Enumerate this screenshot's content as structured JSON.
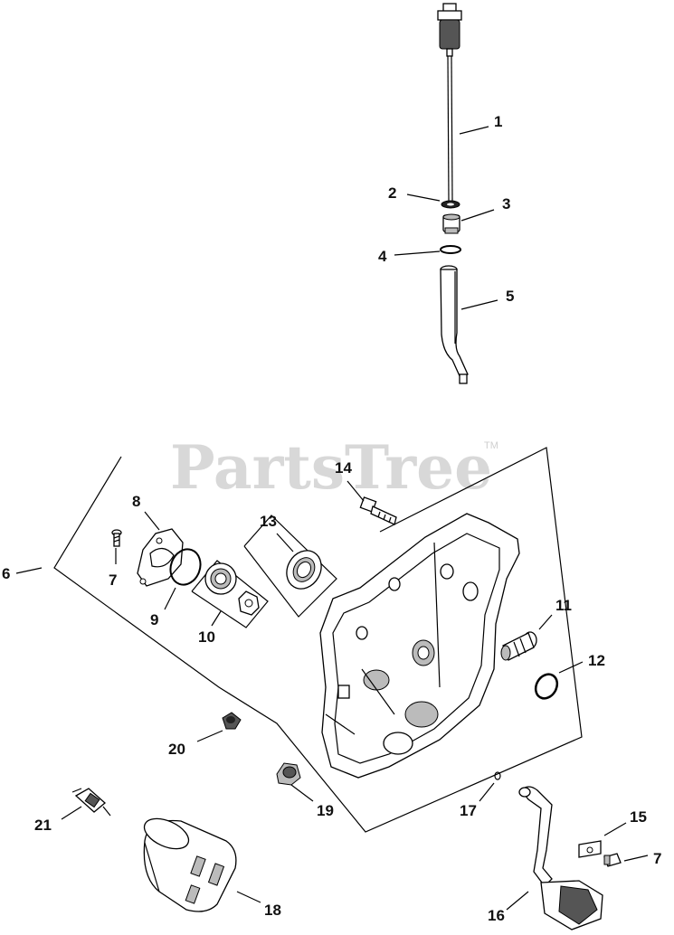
{
  "watermark": {
    "text": "PartsTree",
    "trademark": "TM"
  },
  "callouts": [
    {
      "id": "1",
      "label": "1"
    },
    {
      "id": "2",
      "label": "2"
    },
    {
      "id": "3",
      "label": "3"
    },
    {
      "id": "4",
      "label": "4"
    },
    {
      "id": "5",
      "label": "5"
    },
    {
      "id": "6",
      "label": "6"
    },
    {
      "id": "7a",
      "label": "7"
    },
    {
      "id": "8",
      "label": "8"
    },
    {
      "id": "9",
      "label": "9"
    },
    {
      "id": "10",
      "label": "10"
    },
    {
      "id": "11",
      "label": "11"
    },
    {
      "id": "12",
      "label": "12"
    },
    {
      "id": "13",
      "label": "13"
    },
    {
      "id": "14",
      "label": "14"
    },
    {
      "id": "15",
      "label": "15"
    },
    {
      "id": "16",
      "label": "16"
    },
    {
      "id": "17",
      "label": "17"
    },
    {
      "id": "18",
      "label": "18"
    },
    {
      "id": "19",
      "label": "19"
    },
    {
      "id": "20",
      "label": "20"
    },
    {
      "id": "21",
      "label": "21"
    },
    {
      "id": "7b",
      "label": "7"
    }
  ]
}
